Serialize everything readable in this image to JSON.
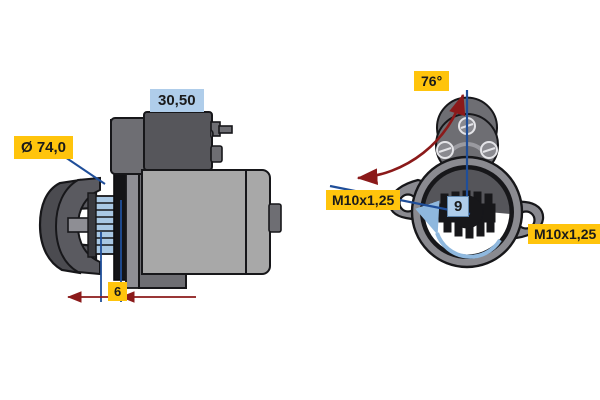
{
  "drawing": {
    "title": "Starter motor technical drawing",
    "background_color": "#ffffff",
    "views": [
      {
        "name": "side-view",
        "description": "Starter motor side elevation with drive end bracket, solenoid and motor body"
      },
      {
        "name": "front-view",
        "description": "Starter motor drive end face view with mounting flange, pinion and solenoid housing"
      }
    ]
  },
  "colors": {
    "label_yellow": "#FFC40C",
    "label_blue": "#AFCDEA",
    "dimension_blue": "#1F4E99",
    "dimension_red": "#8B1A1A",
    "rotation_arrow_blue": "#8FB8DE",
    "body_light_gray": "#A8A8A8",
    "body_mid_gray": "#6E6E73",
    "body_dark_gray": "#4B4B50",
    "outline_black": "#1A1A1A",
    "spline_blue": "#8FB8DE"
  },
  "labels": {
    "diameter": {
      "text": "Ø 74,0",
      "style": "yellow",
      "units": "mm",
      "view": "side-view"
    },
    "overall_length": {
      "text": "30,50",
      "style": "blue",
      "units": "mm",
      "view": "side-view"
    },
    "protrusion": {
      "text": "6",
      "style": "yellow",
      "units": "mm",
      "view": "side-view"
    },
    "angle": {
      "text": "76°",
      "style": "yellow",
      "units": "degrees",
      "view": "front-view"
    },
    "thread_left": {
      "text": "M10x1,25",
      "style": "yellow",
      "view": "front-view"
    },
    "thread_right": {
      "text": "M10x1,25",
      "style": "yellow",
      "view": "front-view"
    },
    "teeth_count": {
      "text": "9",
      "style": "blue",
      "description": "pinion tooth count",
      "view": "front-view"
    }
  },
  "annotations": {
    "leader_lines": "blue",
    "dimension_arrows": "dark red",
    "rotation_direction_arrow": "light blue counter-clockwise arc"
  }
}
